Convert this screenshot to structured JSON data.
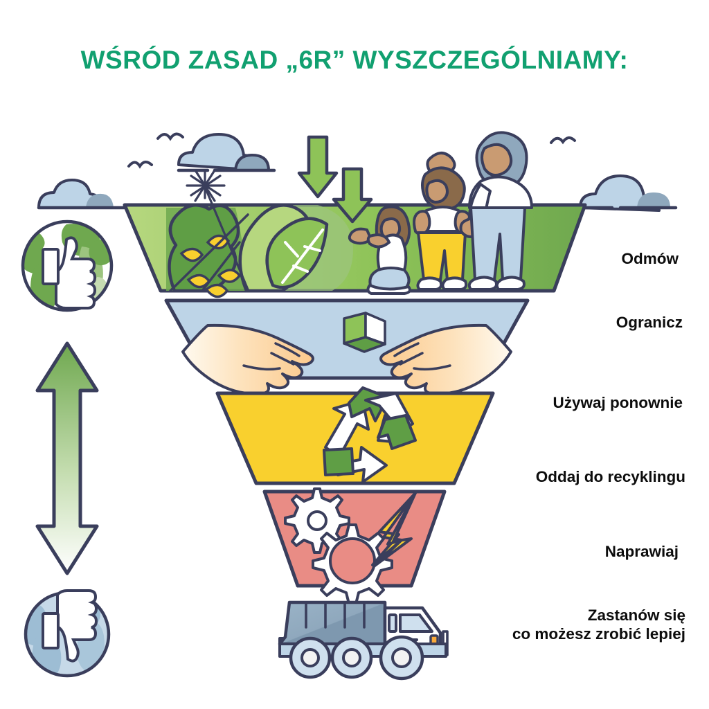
{
  "header": {
    "title": "WŚRÓD ZASAD „6R” WYSZCZEGÓLNIAMY:",
    "title_color": "#11a070"
  },
  "labels": [
    {
      "id": "odmow",
      "text": "Odmów"
    },
    {
      "id": "ogranicz",
      "text": "Ogranicz"
    },
    {
      "id": "uzywaj",
      "text": "Używaj ponownie"
    },
    {
      "id": "recykling",
      "text": "Oddaj do recyklingu"
    },
    {
      "id": "naprawiaj",
      "text": "Naprawiaj"
    },
    {
      "id": "zastanow",
      "text": "Zastanów się\nco możesz zrobić lepiej"
    }
  ],
  "funnel": {
    "levels": [
      {
        "id": "level-refuse",
        "label": "Odmów",
        "fill": "#8ec358",
        "icon": "nature-people-scene"
      },
      {
        "id": "level-reduce",
        "label": "Ogranicz",
        "fill": "#bdd4e7",
        "icon": "open-hands-cube-icon"
      },
      {
        "id": "level-reuse",
        "label": "Używaj ponownie",
        "fill": "#bdd4e7",
        "icon": "open-hands-cube-icon"
      },
      {
        "id": "level-recycle",
        "label": "Oddaj do recyklingu",
        "fill": "#f9d02e",
        "icon": "recycling-symbol-icon"
      },
      {
        "id": "level-repair",
        "label": "Naprawiaj",
        "fill": "#e98c85",
        "icon": "gears-lightning-icon"
      },
      {
        "id": "level-rethink",
        "label": "Zastanów się co możesz zrobić lepiej",
        "fill": "#8fa8bd",
        "icon": "garbage-truck-icon"
      }
    ]
  },
  "side_scale": {
    "top_icon": {
      "name": "globe-thumbs-up-icon",
      "fill": "#6fa84f",
      "meaning": "good"
    },
    "bottom_icon": {
      "name": "globe-thumbs-down-icon",
      "fill": "#9dbdd4",
      "meaning": "bad"
    },
    "arrow": {
      "name": "double-headed-arrow-icon",
      "gradient_from": "#6fa84f",
      "gradient_to": "#ffffff"
    }
  },
  "palette": {
    "outline": "#3a3e5c",
    "green_dark": "#5f9e45",
    "green_mid": "#8ec358",
    "green_light": "#b6d77f",
    "blue_light": "#bdd4e7",
    "blue_mid": "#8fa8bd",
    "yellow": "#f9d02e",
    "salmon": "#e98c85",
    "skin": "#c99b72",
    "skin_light": "#fbd8ab",
    "brand_green": "#11a070"
  }
}
